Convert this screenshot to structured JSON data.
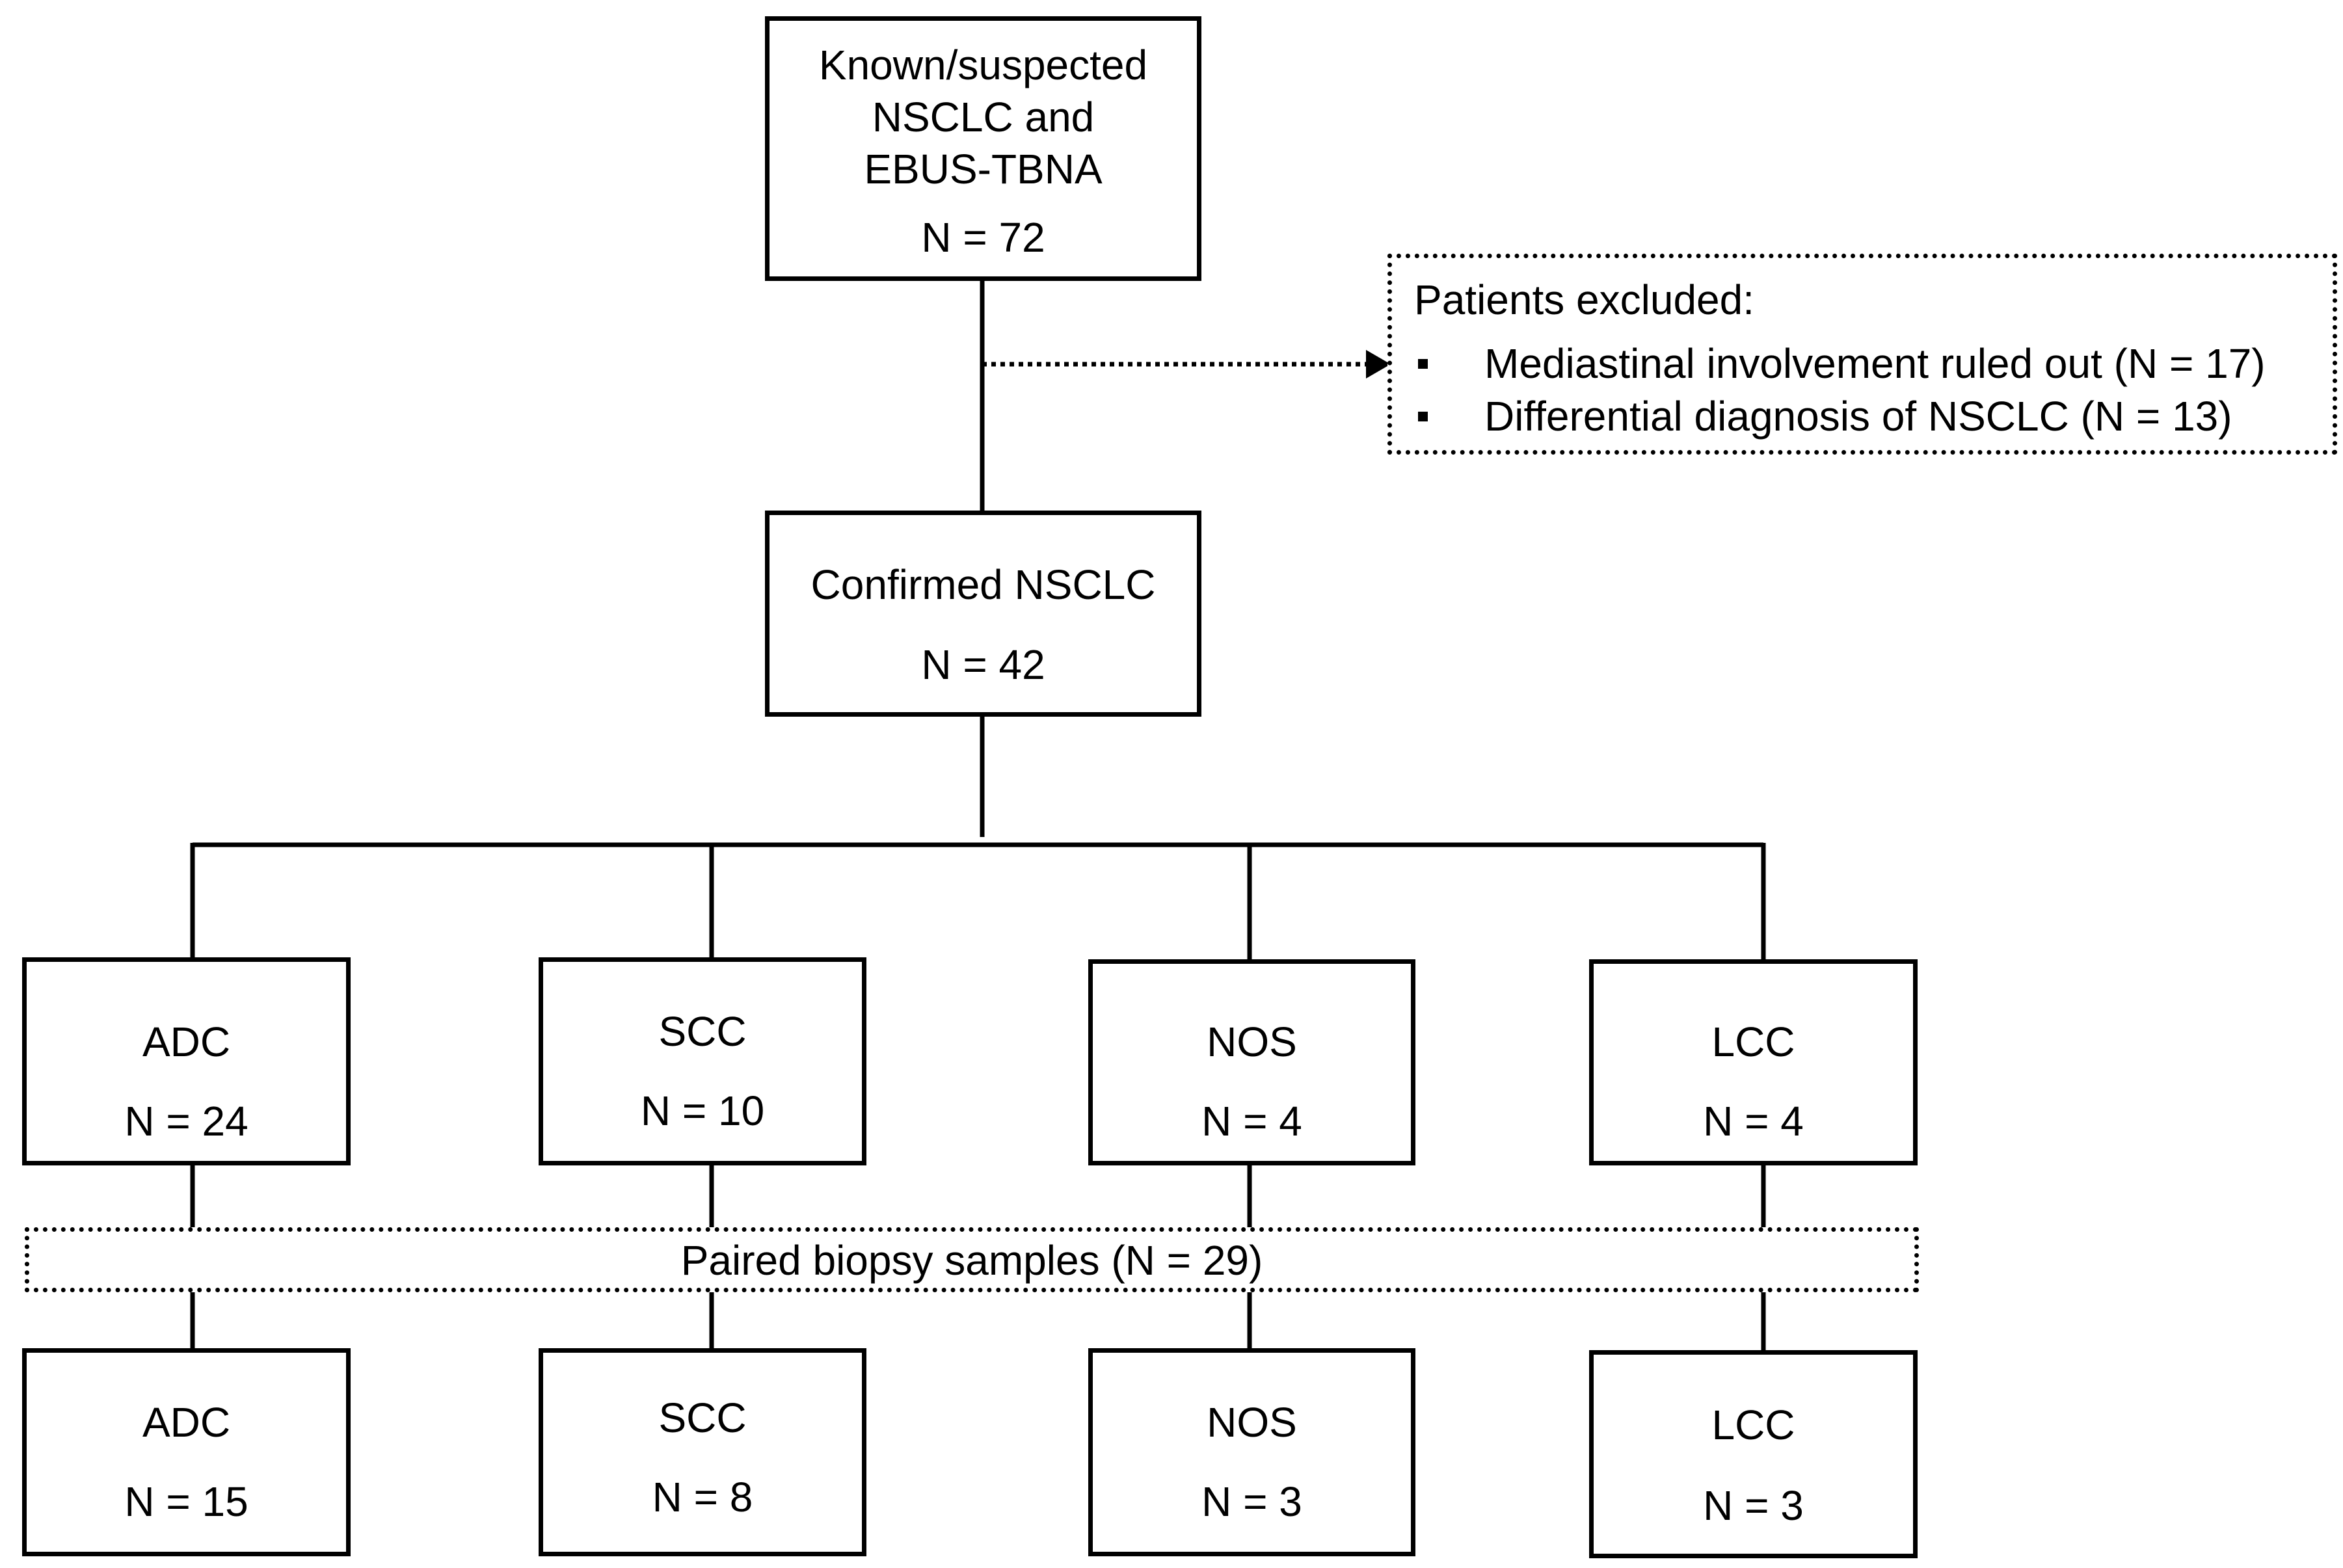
{
  "top_box": {
    "title_lines": [
      "Known/suspected",
      "NSCLC and",
      "EBUS-TBNA"
    ],
    "count": "N = 72"
  },
  "excluded": {
    "heading": "Patients excluded:",
    "items": [
      "Mediastinal involvement ruled out (N = 17)",
      "Differential diagnosis of NSCLC (N = 13)"
    ]
  },
  "confirmed_box": {
    "title": "Confirmed NSCLC",
    "count": "N = 42"
  },
  "subtypes": [
    {
      "label": "ADC",
      "count": "N = 24"
    },
    {
      "label": "SCC",
      "count": "N = 10"
    },
    {
      "label": "NOS",
      "count": "N = 4"
    },
    {
      "label": "LCC",
      "count": "N = 4"
    }
  ],
  "paired": {
    "label": "Paired biopsy samples (N = 29)"
  },
  "biopsy_subtypes": [
    {
      "label": "ADC",
      "count": "N = 15"
    },
    {
      "label": "SCC",
      "count": "N = 8"
    },
    {
      "label": "NOS",
      "count": "N = 3"
    },
    {
      "label": "LCC",
      "count": "N = 3"
    }
  ]
}
